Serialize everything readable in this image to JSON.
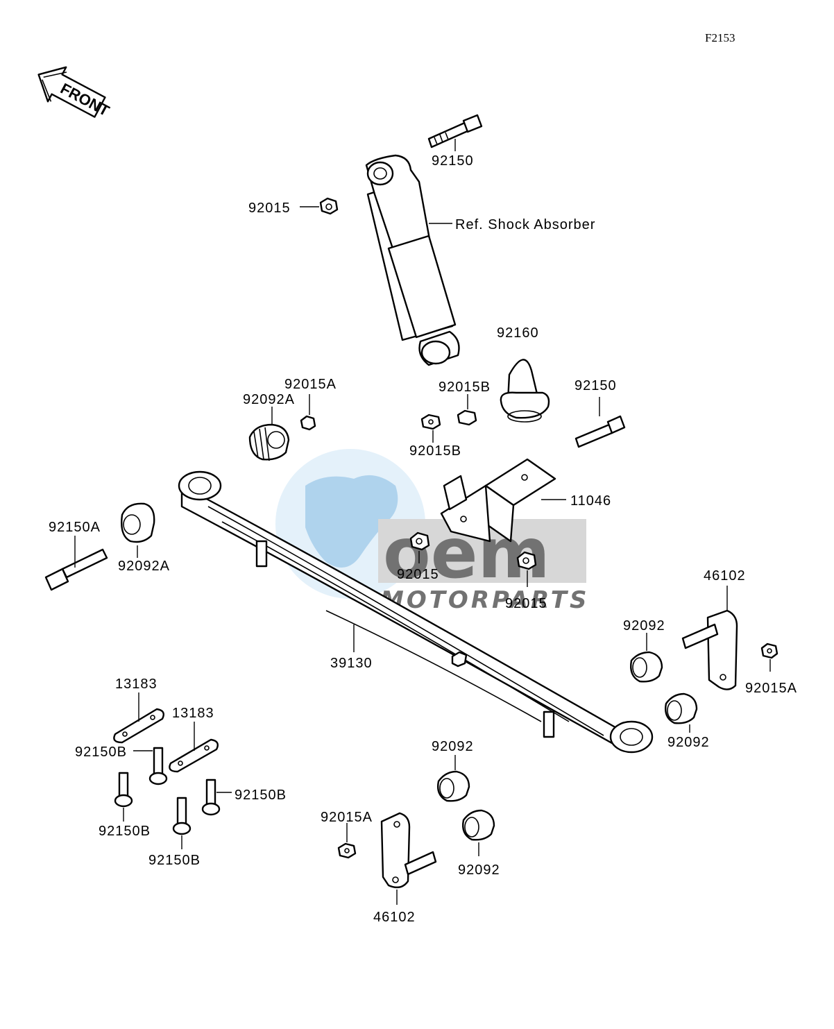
{
  "figure_code": "F2153",
  "front_arrow": {
    "label": "FRONT",
    "icon": "front-arrow-icon"
  },
  "watermark": {
    "brand": "oem",
    "subtitle": "MOTORPARTS",
    "color_blue": "#5aa0d8",
    "color_grey": "#b5b5b5"
  },
  "labels": {
    "bolt_92150_top": "92150",
    "nut_92015_top": "92015",
    "ref_shock": "Ref. Shock Absorber",
    "stopper_92160": "92160",
    "nut_92015A_top": "92015A",
    "collar_92092A_top": "92092A",
    "nut_92015B_right": "92015B",
    "nut_92015B_left": "92015B",
    "bolt_92150_right": "92150",
    "bracket_11046": "11046",
    "bolt_92150A": "92150A",
    "collar_92092A_left": "92092A",
    "nut_92015_mid_left": "92015",
    "nut_92015_mid_right": "92015",
    "shackle_46102_right": "46102",
    "bushing_92092_right_top": "92092",
    "nut_92015A_right": "92015A",
    "bushing_92092_right_bottom": "92092",
    "spring_39130": "39130",
    "plate_13183_a": "13183",
    "plate_13183_b": "13183",
    "bolt_92150B_a": "92150B",
    "bolt_92150B_b": "92150B",
    "bolt_92150B_c": "92150B",
    "bolt_92150B_d": "92150B",
    "bushing_92092_bottom_a": "92092",
    "bushing_92092_bottom_b": "92092",
    "nut_92015A_bottom": "92015A",
    "shackle_46102_bottom": "46102"
  }
}
